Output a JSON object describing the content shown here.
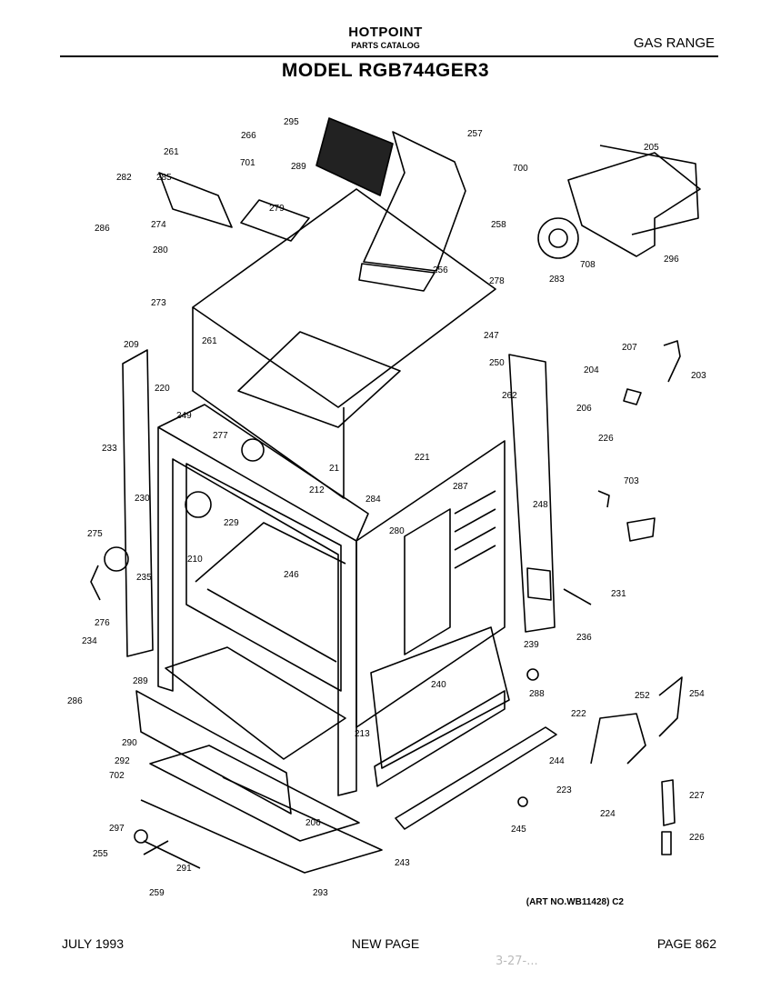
{
  "header": {
    "brand": "HOTPOINT",
    "subtitle": "PARTS CATALOG",
    "category": "GAS RANGE",
    "model": "MODEL RGB744GER3"
  },
  "callouts": [
    "295",
    "257",
    "266",
    "261",
    "701",
    "289",
    "205",
    "282",
    "285",
    "279",
    "274",
    "700",
    "258",
    "286",
    "280",
    "708",
    "256",
    "278",
    "296",
    "273",
    "283",
    "247",
    "209",
    "261",
    "250",
    "204",
    "207",
    "203",
    "220",
    "262",
    "206",
    "249",
    "277",
    "221",
    "226",
    "233",
    "287",
    "212",
    "21",
    "284",
    "703",
    "230",
    "229",
    "248",
    "280",
    "275",
    "210",
    "246",
    "231",
    "235",
    "276",
    "239",
    "236",
    "234",
    "289",
    "240",
    "288",
    "252",
    "254",
    "286",
    "222",
    "290",
    "213",
    "227",
    "292",
    "244",
    "702",
    "223",
    "224",
    "206",
    "297",
    "245",
    "226",
    "255",
    "291",
    "243",
    "259",
    "293"
  ],
  "art_number": "(ART NO.WB11428) C2",
  "footer": {
    "date": "JULY 1993",
    "note": "NEW PAGE",
    "page": "PAGE 862"
  },
  "watermark": "3-27-..."
}
